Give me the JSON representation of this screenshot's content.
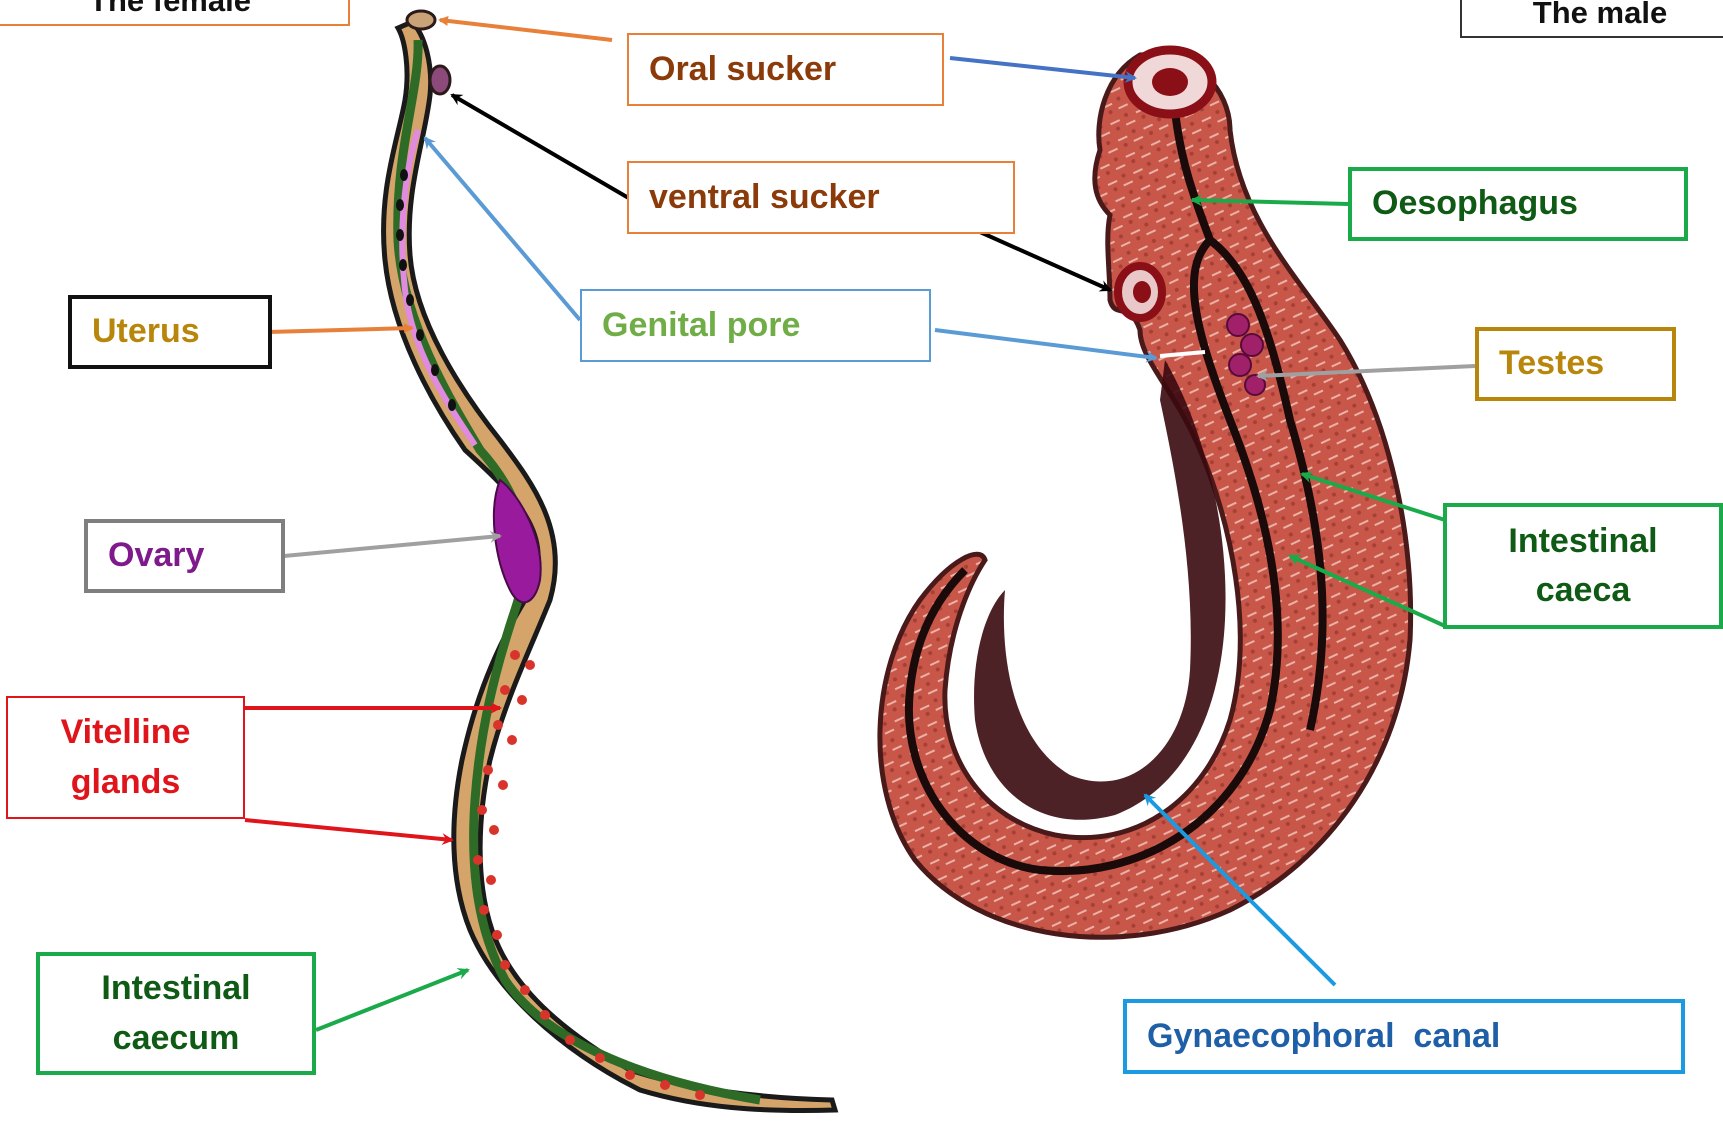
{
  "headings": {
    "female": "The female",
    "male": "The male"
  },
  "labels": {
    "oral_sucker": "Oral sucker",
    "ventral_sucker": "ventral sucker",
    "genital_pore": "Genital pore",
    "uterus": "Uterus",
    "ovary": "Ovary",
    "vitelline_glands_line1": "Vitelline",
    "vitelline_glands_line2": "glands",
    "intestinal_caecum_line1": "Intestinal",
    "intestinal_caecum_line2": "caecum",
    "oesophagus": "Oesophagus",
    "testes": "Testes",
    "intestinal_caeca_line1": "Intestinal",
    "intestinal_caeca_line2": "caeca",
    "gynaecophoral_canal": "Gynaecophoral  canal"
  },
  "colors": {
    "female_body": "#d4a46a",
    "female_outline": "#1a1a1a",
    "female_gut": "#2e6b26",
    "female_vitelline": "#d9342b",
    "ovary": "#9a1a9e",
    "uterus": "#e08ae0",
    "male_body": "#c8574a",
    "male_outline": "#4a1a1a",
    "male_canal": "#3a0a10",
    "male_caeca": "#1a0a0a",
    "testes": "#a0206a",
    "sucker_rim": "#8b0f16",
    "label_brown": "#8b3a0a",
    "label_green_text": "#0f5a14",
    "label_gold": "#b8860b",
    "label_purple": "#7f1a8c",
    "label_red": "#e0141b",
    "label_blue_text": "#1f5fa8",
    "border_orange": "#e8803a",
    "border_green": "#1aaa4a",
    "border_blue_light": "#5b9bd5",
    "border_cyan": "#1a9ae0",
    "border_red": "#e0141b",
    "border_gray": "#7f7f7f",
    "border_black": "#111111",
    "arrow_orange": "#e8803a",
    "arrow_black": "#000000",
    "arrow_blue": "#4472c4",
    "arrow_light_blue": "#5b9bd5",
    "arrow_green": "#1aaa4a",
    "arrow_gray": "#a0a0a0",
    "arrow_red": "#e0141b",
    "arrow_cyan": "#1a9ae0"
  }
}
